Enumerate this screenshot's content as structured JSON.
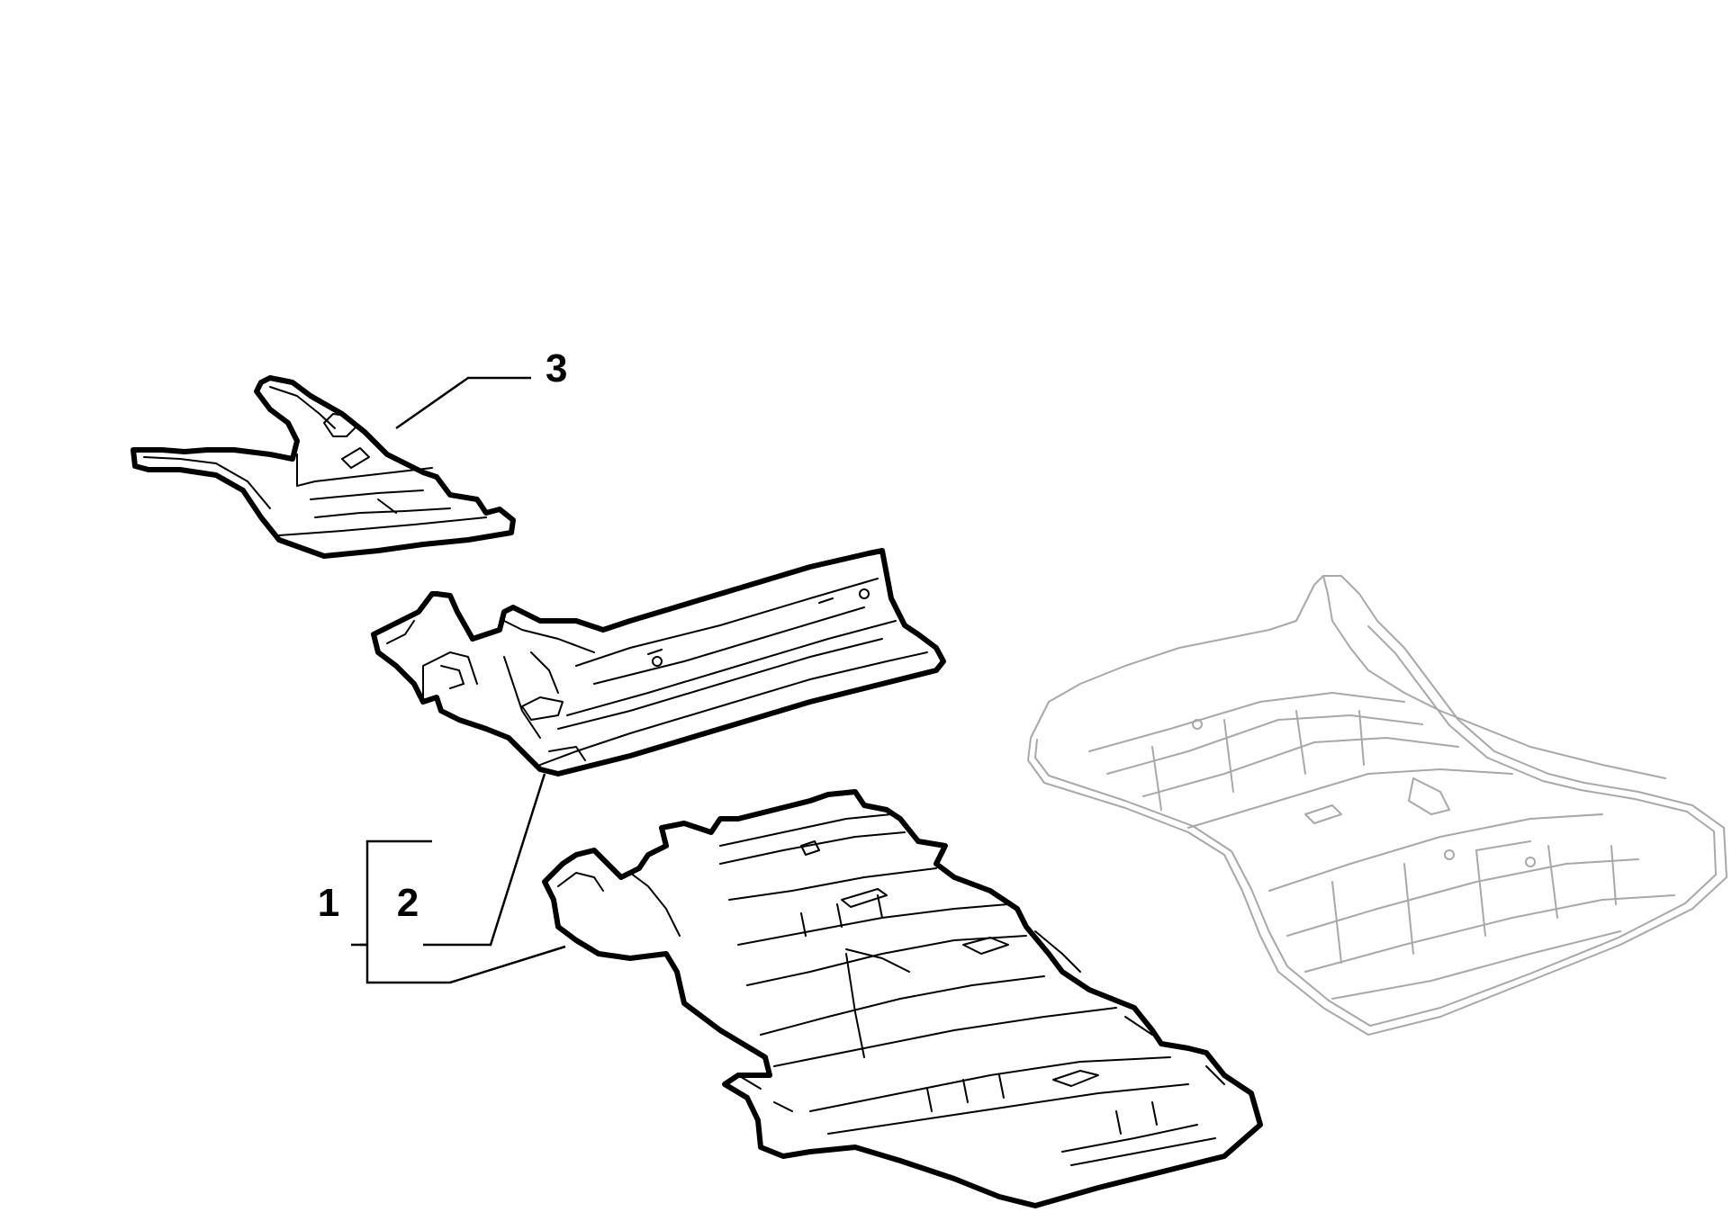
{
  "callouts": {
    "part_1": "1",
    "part_2": "2",
    "part_3": "3"
  },
  "colors": {
    "line": "#000000",
    "ghost_line": "#a8a8a8",
    "background": "#ffffff"
  }
}
